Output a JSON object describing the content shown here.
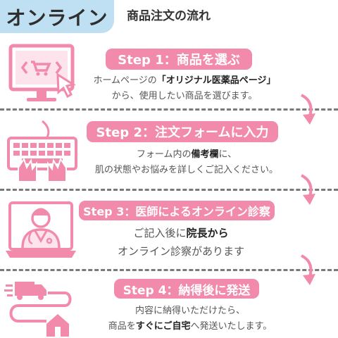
{
  "header": {
    "badge": "オンライン",
    "title": "商品注文の流れ"
  },
  "colors": {
    "accent": "#f28aac",
    "badge_bg": "#bfe0f2",
    "divider": "#7a7a7a"
  },
  "steps": [
    {
      "label": "Step 1：商品を選ぶ",
      "icon": "computer-cart-icon",
      "desc1_pre": "ホームページの",
      "desc1_bold": "「オリジナル医薬品ページ」",
      "desc2": "から、使用したい商品を選びます。"
    },
    {
      "label": "Step 2：注文フォームに入力",
      "icon": "keyboard-typing-icon",
      "desc1_pre": "フォーム内の",
      "desc1_bold": "備考欄",
      "desc1_post": "に、",
      "desc2": "肌の状態やお悩みを詳しくご記入ください。"
    },
    {
      "label": "Step 3：医師によるオンライン診察",
      "icon": "doctor-laptop-icon",
      "desc1_pre": "ご記入後に",
      "desc1_bold": "院長から",
      "desc2": "オンライン診察があります"
    },
    {
      "label": "Step 4：納得後に発送",
      "icon": "truck-home-icon",
      "desc1": "内容に納得いただけたら、",
      "desc2_pre": "商品を",
      "desc2_bold": "すぐにご自宅",
      "desc2_post": "へ発送いたします。"
    }
  ]
}
